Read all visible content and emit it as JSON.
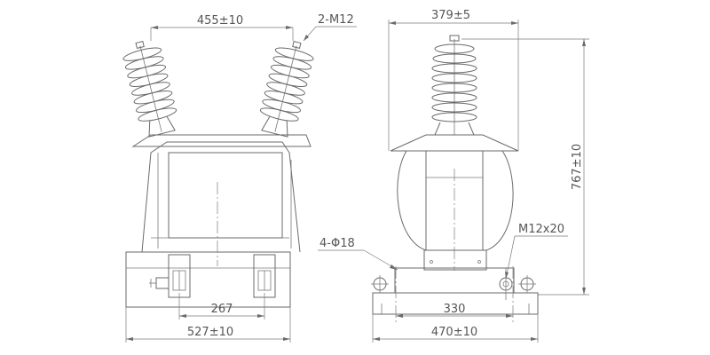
{
  "labels": {
    "front_top_dim": "455±10",
    "thread_callout": "2-M12",
    "front_mid_dim": "267",
    "front_bottom_dim": "527±10",
    "side_top_dim": "379±5",
    "height_dim": "767±10",
    "hole_callout": "4-Φ18",
    "bolt_callout": "M12x20",
    "side_mid_dim": "330",
    "side_bottom_dim": "470±10"
  },
  "colors": {
    "line": "#6a6a6a",
    "text": "#555555",
    "background": "#ffffff"
  }
}
